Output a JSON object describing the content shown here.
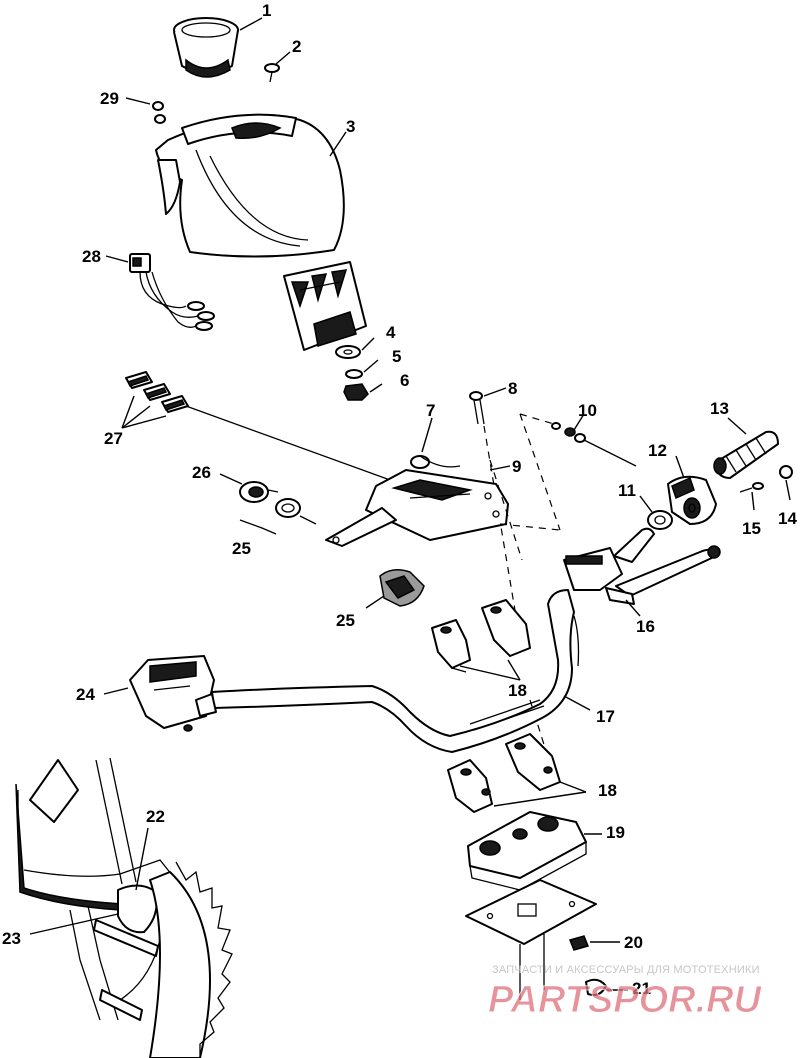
{
  "diagram": {
    "callouts": [
      {
        "id": "c1",
        "text": "1"
      },
      {
        "id": "c2",
        "text": "2"
      },
      {
        "id": "c3",
        "text": "3"
      },
      {
        "id": "c4",
        "text": "4"
      },
      {
        "id": "c5",
        "text": "5"
      },
      {
        "id": "c6",
        "text": "6"
      },
      {
        "id": "c7",
        "text": "7"
      },
      {
        "id": "c8",
        "text": "8"
      },
      {
        "id": "c9",
        "text": "9"
      },
      {
        "id": "c10",
        "text": "10"
      },
      {
        "id": "c11",
        "text": "11"
      },
      {
        "id": "c12",
        "text": "12"
      },
      {
        "id": "c13",
        "text": "13"
      },
      {
        "id": "c14",
        "text": "14"
      },
      {
        "id": "c15",
        "text": "15"
      },
      {
        "id": "c16",
        "text": "16"
      },
      {
        "id": "c17",
        "text": "17"
      },
      {
        "id": "c18a",
        "text": "18"
      },
      {
        "id": "c18b",
        "text": "18"
      },
      {
        "id": "c19",
        "text": "19"
      },
      {
        "id": "c20",
        "text": "20"
      },
      {
        "id": "c21",
        "text": "21"
      },
      {
        "id": "c22",
        "text": "22"
      },
      {
        "id": "c23",
        "text": "23"
      },
      {
        "id": "c24",
        "text": "24"
      },
      {
        "id": "c25a",
        "text": "25"
      },
      {
        "id": "c25b",
        "text": "25"
      },
      {
        "id": "c26",
        "text": "26"
      },
      {
        "id": "c27",
        "text": "27"
      },
      {
        "id": "c28",
        "text": "28"
      },
      {
        "id": "c29",
        "text": "29"
      }
    ]
  },
  "watermark": {
    "caption": "ЗАПЧАСТИ И АКСЕССУАРЫ ДЛЯ МОТОТЕХНИКИ",
    "logo": "PARTSPOR.RU",
    "color": "#e0707a"
  }
}
